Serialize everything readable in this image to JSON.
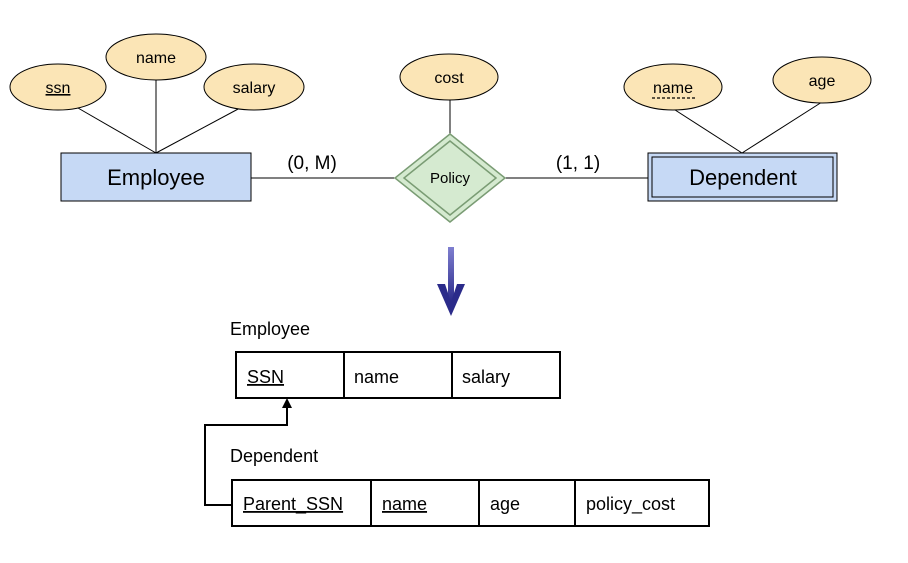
{
  "er": {
    "entities": {
      "employee": "Employee",
      "dependent": "Dependent"
    },
    "relationship": "Policy",
    "employee_attrs": {
      "ssn": "ssn",
      "name": "name",
      "salary": "salary"
    },
    "policy_attrs": {
      "cost": "cost"
    },
    "dependent_attrs": {
      "name": "name",
      "age": "age"
    },
    "cardinality": {
      "employee_side": "(0, M)",
      "dependent_side": "(1, 1)"
    }
  },
  "colors": {
    "attribute_fill": "#fbe5b6",
    "entity_fill": "#c6d9f5",
    "relationship_fill": "#d5ead0",
    "relationship_stroke": "#7a9c74",
    "arrow": "#3b3b9e"
  },
  "tables": {
    "employee": {
      "title": "Employee",
      "columns": [
        "SSN",
        "name",
        "salary"
      ],
      "keys": [
        "SSN"
      ]
    },
    "dependent": {
      "title": "Dependent",
      "columns": [
        "Parent_SSN",
        "name",
        "age",
        "policy_cost"
      ],
      "keys": [
        "Parent_SSN",
        "name"
      ]
    }
  }
}
